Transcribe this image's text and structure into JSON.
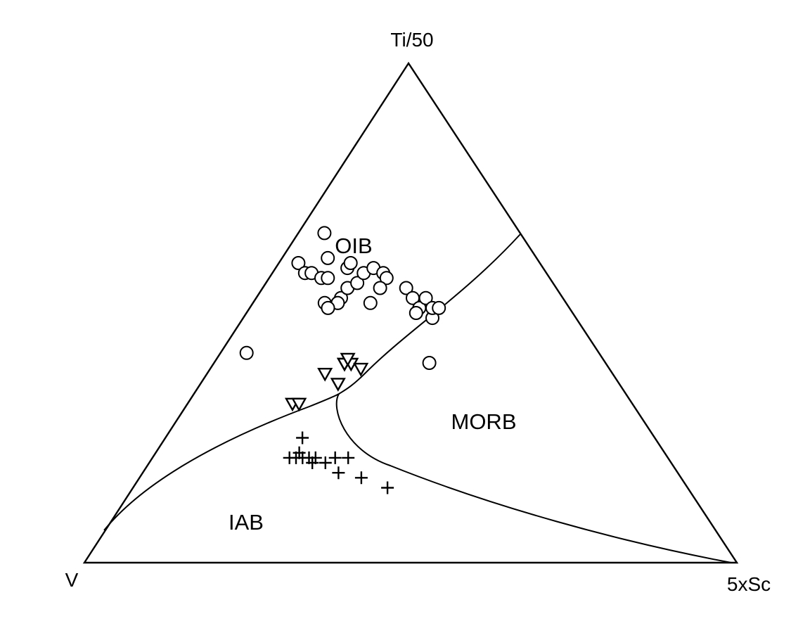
{
  "chart_data": {
    "type": "scatter",
    "subtype": "ternary",
    "title": "",
    "apices": {
      "top": "Ti/50",
      "left": "V",
      "right": "5xSc"
    },
    "fields": [
      {
        "label": "OIB"
      },
      {
        "label": "MORB"
      },
      {
        "label": "IAB"
      }
    ],
    "series": [
      {
        "marker": "circle",
        "points": [
          [
            0.42,
            0.54,
            0.04
          ],
          [
            0.52,
            0.37,
            0.11
          ],
          [
            0.66,
            0.3,
            0.04
          ],
          [
            0.6,
            0.37,
            0.03
          ],
          [
            0.58,
            0.37,
            0.05
          ],
          [
            0.58,
            0.36,
            0.06
          ],
          [
            0.52,
            0.35,
            0.13
          ],
          [
            0.57,
            0.35,
            0.08
          ],
          [
            0.57,
            0.34,
            0.09
          ],
          [
            0.53,
            0.34,
            0.13
          ],
          [
            0.55,
            0.32,
            0.13
          ],
          [
            0.61,
            0.32,
            0.07
          ],
          [
            0.59,
            0.3,
            0.11
          ],
          [
            0.56,
            0.3,
            0.14
          ],
          [
            0.6,
            0.29,
            0.11
          ],
          [
            0.58,
            0.28,
            0.14
          ],
          [
            0.59,
            0.26,
            0.15
          ],
          [
            0.58,
            0.25,
            0.17
          ],
          [
            0.57,
            0.25,
            0.18
          ],
          [
            0.55,
            0.23,
            0.22
          ],
          [
            0.53,
            0.23,
            0.24
          ],
          [
            0.51,
            0.23,
            0.26
          ],
          [
            0.49,
            0.22,
            0.29
          ],
          [
            0.53,
            0.21,
            0.26
          ],
          [
            0.5,
            0.24,
            0.26
          ],
          [
            0.4,
            0.27,
            0.33
          ],
          [
            0.52,
            0.35,
            0.13
          ],
          [
            0.51,
            0.37,
            0.12
          ],
          [
            0.52,
            0.3,
            0.18
          ],
          [
            0.55,
            0.27,
            0.18
          ],
          [
            0.51,
            0.21,
            0.28
          ],
          [
            0.51,
            0.2,
            0.29
          ]
        ]
      },
      {
        "marker": "triangle-down",
        "points": [
          [
            0.32,
            0.52,
            0.16
          ],
          [
            0.32,
            0.51,
            0.17
          ],
          [
            0.38,
            0.44,
            0.18
          ],
          [
            0.36,
            0.43,
            0.21
          ],
          [
            0.4,
            0.4,
            0.2
          ],
          [
            0.4,
            0.4,
            0.2
          ],
          [
            0.4,
            0.39,
            0.21
          ],
          [
            0.39,
            0.38,
            0.23
          ],
          [
            0.41,
            0.39,
            0.2
          ]
        ]
      },
      {
        "marker": "plus",
        "points": [
          [
            0.25,
            0.54,
            0.21
          ],
          [
            0.22,
            0.56,
            0.22
          ],
          [
            0.21,
            0.56,
            0.23
          ],
          [
            0.21,
            0.58,
            0.21
          ],
          [
            0.21,
            0.57,
            0.22
          ],
          [
            0.21,
            0.55,
            0.24
          ],
          [
            0.21,
            0.54,
            0.25
          ],
          [
            0.2,
            0.55,
            0.25
          ],
          [
            0.2,
            0.53,
            0.27
          ],
          [
            0.21,
            0.51,
            0.28
          ],
          [
            0.17,
            0.49,
            0.34
          ],
          [
            0.18,
            0.52,
            0.3
          ],
          [
            0.21,
            0.49,
            0.3
          ],
          [
            0.15,
            0.46,
            0.39
          ]
        ]
      }
    ]
  }
}
